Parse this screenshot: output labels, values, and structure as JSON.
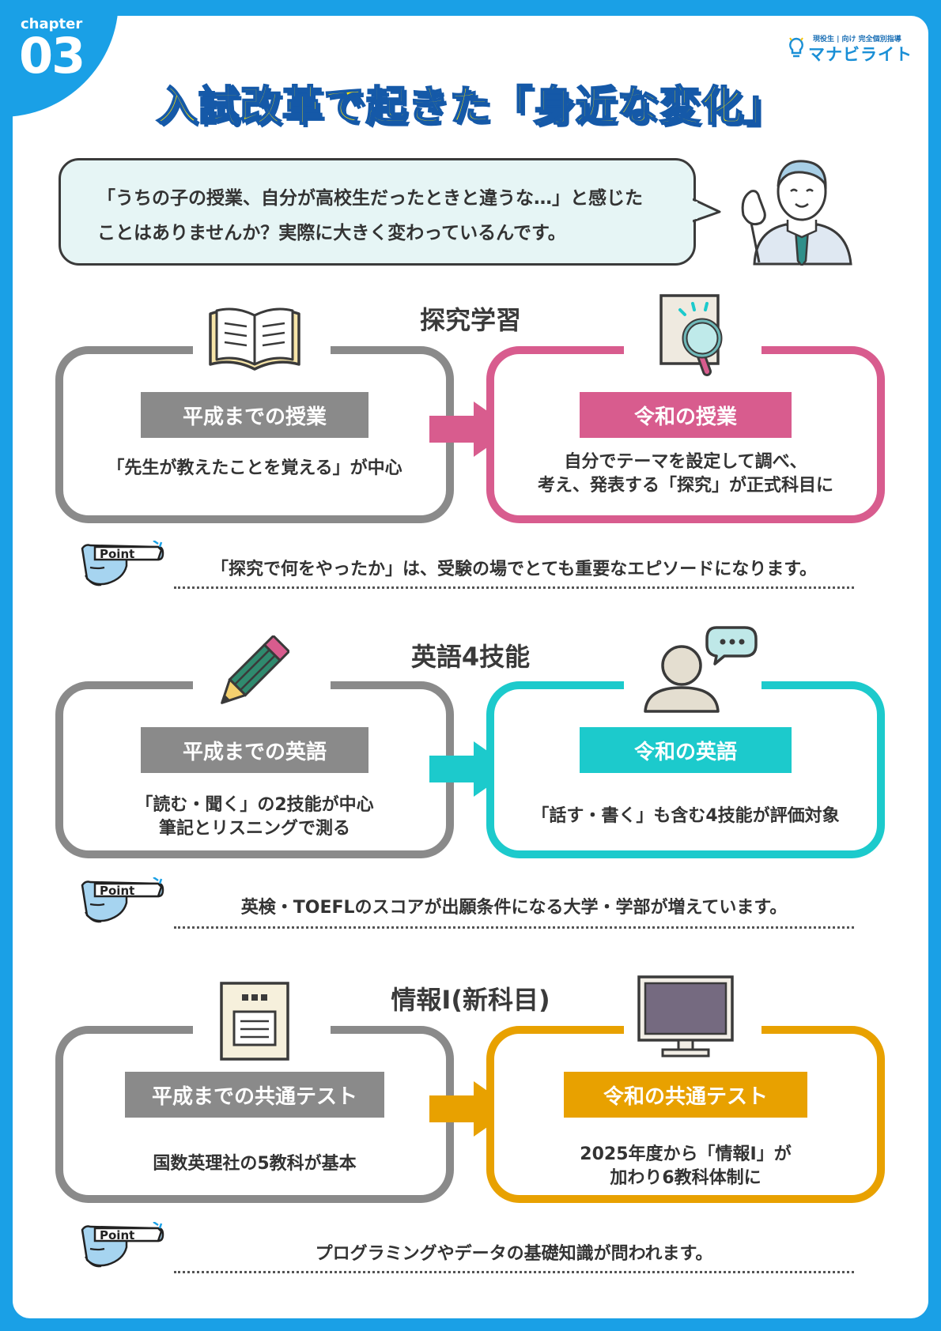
{
  "chapter": {
    "word": "chapter",
    "number": "03"
  },
  "logo": {
    "sub": "現役生 | 向け 完全個別指導",
    "main": "マナビライト"
  },
  "title": "入試改革で起きた「身近な変化」",
  "intro": {
    "line1": "「うちの子の授業、自分が高校生だったときと違うな…」と感じた",
    "line2": "ことはありませんか？実際に大きく変わっているんです。"
  },
  "sections": [
    {
      "title": "探究学習",
      "before": {
        "label": "平成までの授業",
        "desc": "「先生が教えたことを覚える」が中心"
      },
      "after": {
        "label": "令和の授業",
        "desc": "自分でテーマを設定して調べ、\n考え、発表する「探究」が正式科目に"
      },
      "point": "「探究で何をやったか」は、受験の場でとても重要なエピソードになります。"
    },
    {
      "title": "英語4技能",
      "before": {
        "label": "平成までの英語",
        "desc": "「読む・聞く」の2技能が中心\n筆記とリスニングで測る"
      },
      "after": {
        "label": "令和の英語",
        "desc": "「話す・書く」も含む4技能が評価対象"
      },
      "point": "英検・TOEFLのスコアが出願条件になる大学・学部が増えています。"
    },
    {
      "title": "情報Ⅰ(新科目)",
      "before": {
        "label": "平成までの共通テスト",
        "desc": "国数英理社の5教科が基本"
      },
      "after": {
        "label": "令和の共通テスト",
        "desc": "2025年度から「情報Ⅰ」が\n加わり6教科体制に"
      },
      "point": "プログラミングやデータの基礎知識が問われます。"
    }
  ],
  "point_label": "Point",
  "colors": {
    "frame": "#1aa0e6",
    "gray": "#8a8a8a",
    "pink": "#d85c8e",
    "cyan": "#1ccacc",
    "orange": "#e8a100",
    "title_fill": "#ffe600",
    "title_outline": "#1559a8"
  },
  "icons": {
    "section1_before": "open-book-icon",
    "section1_after": "magnifier-document-icon",
    "section2_before": "pencil-icon",
    "section2_after": "person-speech-icon",
    "section3_before": "answer-sheet-icon",
    "section3_after": "monitor-icon"
  }
}
